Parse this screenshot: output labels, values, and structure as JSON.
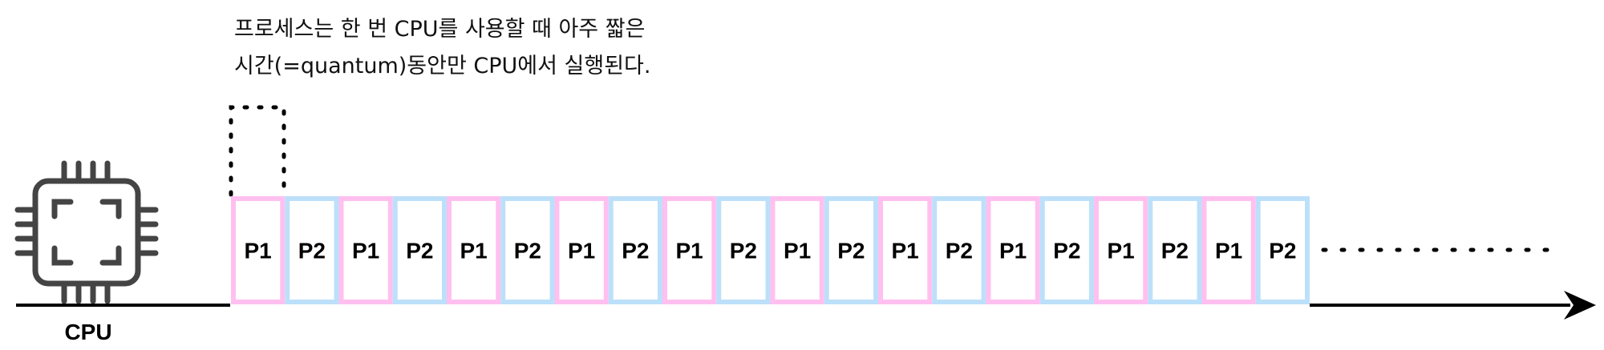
{
  "annotation": {
    "line1": "프로세스는 한 번 CPU를 사용할 때 아주 짧은",
    "line2": "시간(=quantum)동안만 CPU에서 실행된다."
  },
  "cpu": {
    "label": "CPU",
    "icon": "cpu-chip-icon"
  },
  "timeline": {
    "slots": [
      "P1",
      "P2",
      "P1",
      "P2",
      "P1",
      "P2",
      "P1",
      "P2",
      "P1",
      "P2",
      "P1",
      "P2",
      "P1",
      "P2",
      "P1",
      "P2",
      "P1",
      "P2",
      "P1",
      "P2"
    ],
    "continues": true
  },
  "colors": {
    "P1": "#ffc0f0",
    "P2": "#bde0fa",
    "line": "#000000",
    "icon": "#444444"
  }
}
